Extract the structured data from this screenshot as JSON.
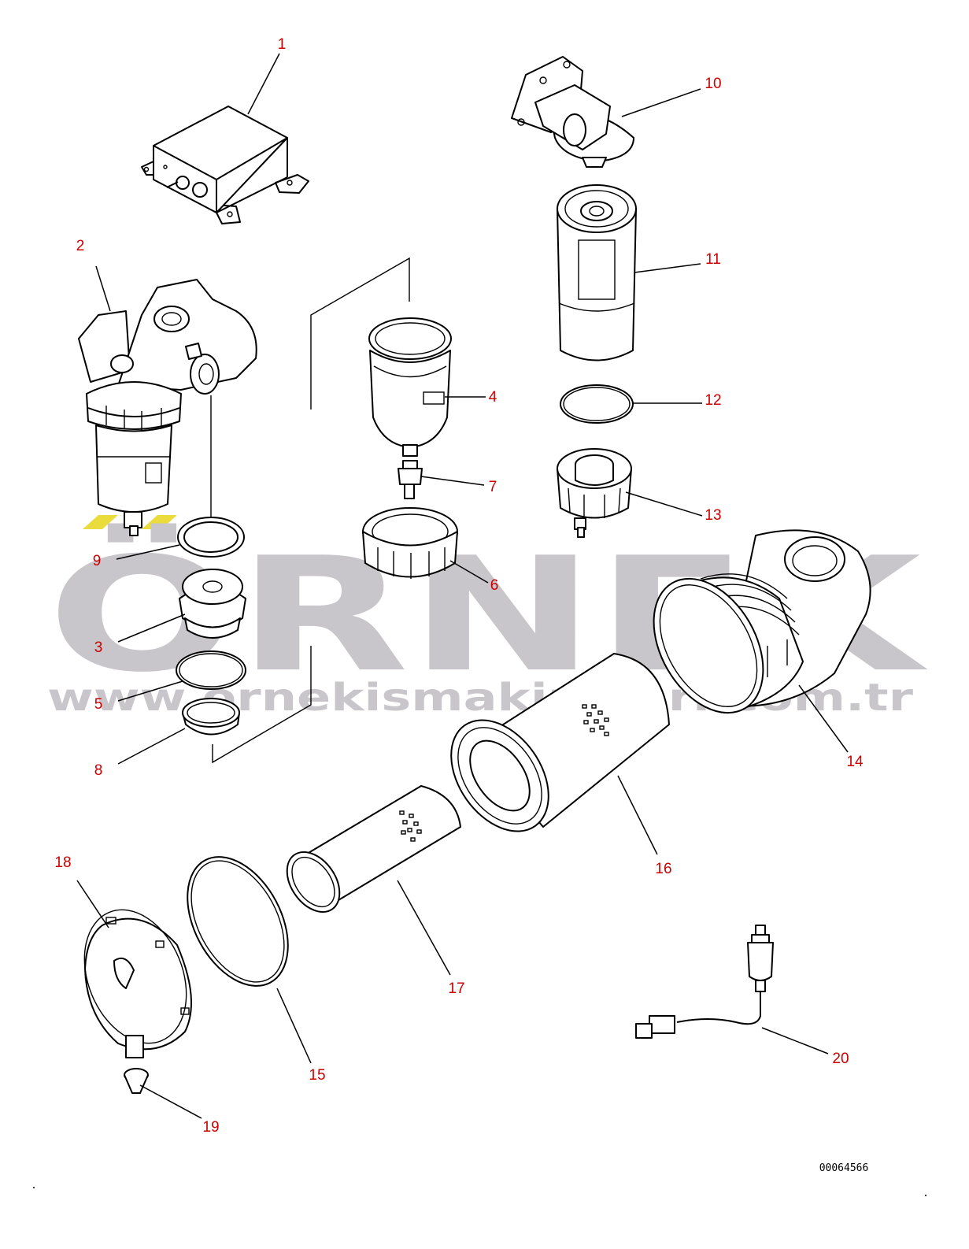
{
  "watermark": {
    "brand": "ÖRNEK",
    "url": "www.ornekismakinalari.com.tr",
    "color": "#c8c6cb",
    "accent": "#e9dc3c"
  },
  "document_id": "00064566",
  "callout_color": "#cc0000",
  "callouts": [
    {
      "label": "1"
    },
    {
      "label": "2"
    },
    {
      "label": "3"
    },
    {
      "label": "4"
    },
    {
      "label": "5"
    },
    {
      "label": "6"
    },
    {
      "label": "7"
    },
    {
      "label": "8"
    },
    {
      "label": "9"
    },
    {
      "label": "10"
    },
    {
      "label": "11"
    },
    {
      "label": "12"
    },
    {
      "label": "13"
    },
    {
      "label": "14"
    },
    {
      "label": "15"
    },
    {
      "label": "16"
    },
    {
      "label": "17"
    },
    {
      "label": "18"
    },
    {
      "label": "19"
    },
    {
      "label": "20"
    }
  ]
}
